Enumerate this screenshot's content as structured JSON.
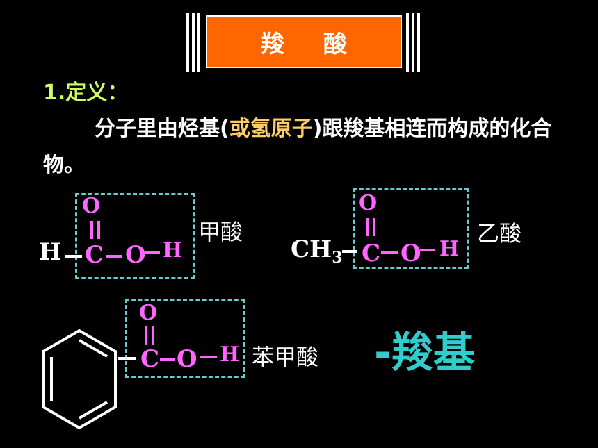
{
  "title": "羧 酸",
  "definition": {
    "heading": "1.定义：",
    "text_part1": "分子里由烃基(",
    "text_highlight": "或氢原子",
    "text_part2": ")跟羧基相连而构成的化合物。"
  },
  "formulas": {
    "formic": {
      "name": "甲酸",
      "h_left": "H",
      "o_top": "O",
      "c": "C",
      "o": "O",
      "h": "H"
    },
    "acetic": {
      "name": "乙酸",
      "ch": "CH",
      "sub": "3",
      "o_top": "O",
      "c": "C",
      "o": "O",
      "h": "H"
    },
    "benzoic": {
      "name": "苯甲酸",
      "o_top": "O",
      "c": "C",
      "o": "O",
      "h": "H"
    }
  },
  "carboxyl_label": "-羧基",
  "colors": {
    "background": "#000000",
    "banner": "#ff6600",
    "heading": "#ccff66",
    "highlight": "#ffcc66",
    "atoms": "#ff66ff",
    "dashed_box": "#66cccc",
    "carboxyl": "#33cccc"
  }
}
